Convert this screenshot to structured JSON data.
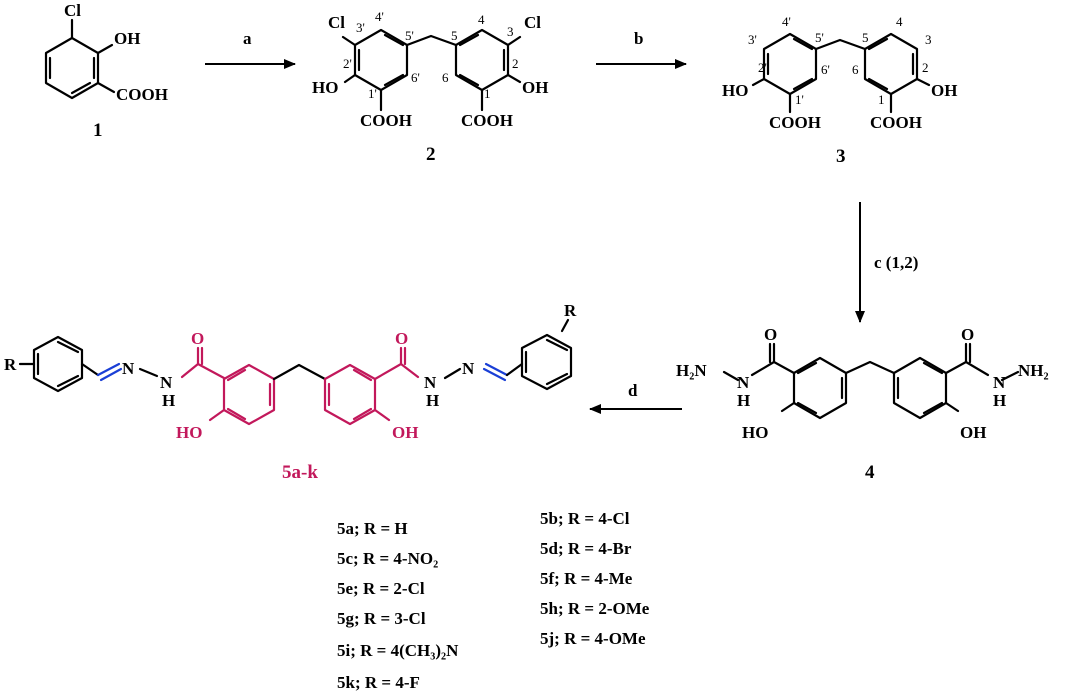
{
  "compounds": {
    "c1": {
      "label": "1",
      "cl": "Cl",
      "oh": "OH",
      "cooh": "COOH"
    },
    "c2": {
      "label": "2",
      "cl_left": "Cl",
      "cl_right": "Cl",
      "ho": "HO",
      "oh": "OH",
      "cooh_left": "COOH",
      "cooh_right": "COOH",
      "pos_3p": "3'",
      "pos_4p": "4'",
      "pos_5p": "5'",
      "pos_2p": "2'",
      "pos_1p": "1'",
      "pos_6p": "6'",
      "pos_5": "5",
      "pos_4": "4",
      "pos_3": "3",
      "pos_6": "6",
      "pos_1": "1",
      "pos_2": "2"
    },
    "c3": {
      "label": "3",
      "ho": "HO",
      "oh": "OH",
      "cooh_left": "COOH",
      "cooh_right": "COOH",
      "pos_3p": "3'",
      "pos_4p": "4'",
      "pos_5p": "5'",
      "pos_2p": "2'",
      "pos_1p": "1'",
      "pos_6p": "6'",
      "pos_5": "5",
      "pos_4": "4",
      "pos_3": "3",
      "pos_2": "2",
      "pos_1": "1",
      "pos_6": "6"
    },
    "c4": {
      "label": "4",
      "o_left": "O",
      "o_right": "O",
      "h2n": "H₂N",
      "n_left": "N",
      "h_left": "H",
      "n_right": "N",
      "h_right": "H",
      "nh2": "NH₂",
      "ho": "HO",
      "oh": "OH"
    },
    "c5": {
      "label": "5a-k",
      "r_left": "R",
      "r_right": "R",
      "n1": "N",
      "n2": "N",
      "h1": "H",
      "n3": "N",
      "n4": "N",
      "h2": "H",
      "o_left": "O",
      "o_right": "O",
      "ho": "HO",
      "oh": "OH"
    }
  },
  "reagents": {
    "a": "a",
    "b": "b",
    "c": "c (1,2)",
    "d": "d"
  },
  "substituents": {
    "left": [
      {
        "id": "5a",
        "text": "5a; R = H"
      },
      {
        "id": "5c",
        "text": "5c; R = 4-NO₂"
      },
      {
        "id": "5e",
        "text": "5e; R = 2-Cl"
      },
      {
        "id": "5g",
        "text": "5g; R = 3-Cl"
      },
      {
        "id": "5i",
        "text": "5i; R = 4(CH₃)₂N"
      },
      {
        "id": "5k",
        "text": "5k; R = 4-F"
      }
    ],
    "right": [
      {
        "id": "5b",
        "text": "5b; R = 4-Cl"
      },
      {
        "id": "5d",
        "text": "5d; R = 4-Br"
      },
      {
        "id": "5f",
        "text": "5f; R = 4-Me"
      },
      {
        "id": "5h",
        "text": "5h; R = 2-OMe"
      },
      {
        "id": "5j",
        "text": "5j; R = 4-OMe"
      }
    ]
  },
  "colors": {
    "product_core": "#c2185b",
    "imine_bond": "#1a3fd6",
    "ink": "#000000"
  }
}
